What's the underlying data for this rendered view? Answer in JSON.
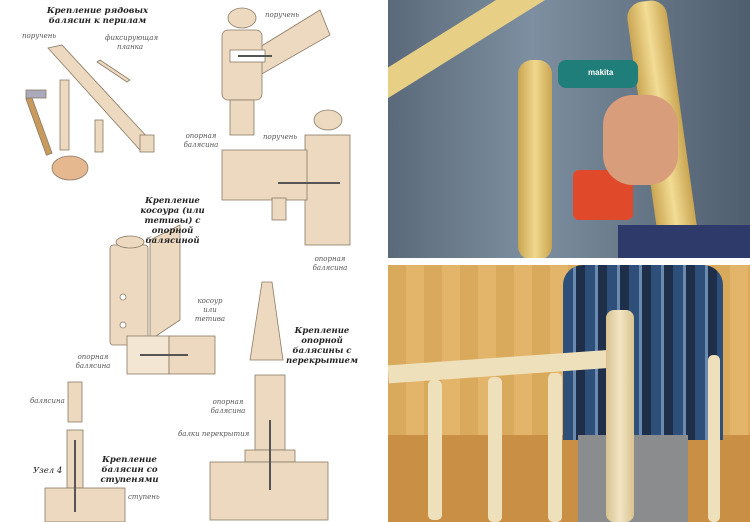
{
  "diagram": {
    "titles": {
      "rail": "Крепление рядовых балясин к перилам",
      "stringer": "Крепление косоура (или тетивы) с опорной балясиной",
      "floor": "Крепление опорной балясины с перекрытием",
      "steps": "Крепление балясин со ступенями"
    },
    "labels": {
      "handrail1": "поручень",
      "fix_strip": "фиксирующая планка",
      "handrail2": "поручень",
      "newel1": "опорная балясина",
      "handrail3": "поручень",
      "newel2": "опорная балясина",
      "stringer": "косоур или тетива",
      "newel3": "опорная балясина",
      "baluster": "балясина",
      "newel4": "опорная балясина",
      "floor_beams": "балки перекрытия",
      "node": "Узел 4",
      "step": "ступень"
    },
    "colors": {
      "wood": "#ecd9bf",
      "wood_dark": "#d9b98f",
      "line": "#8a7a66"
    }
  },
  "photos": {
    "top": {
      "brand_text": "makita",
      "colors": {
        "wood": "#e8cf86",
        "drill": "#1f7d7a",
        "shirt": "#3d4a8a"
      }
    },
    "bottom": {
      "colors": {
        "wall": "#d9a95c",
        "rail": "#efe0bc",
        "shirt": "#2e4f7a"
      }
    }
  }
}
